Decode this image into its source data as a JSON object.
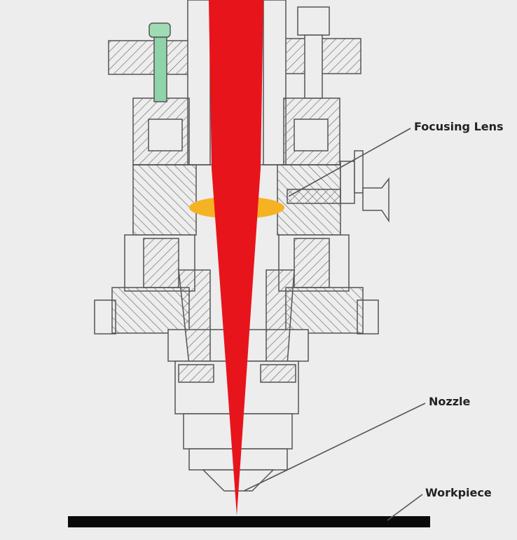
{
  "labels": {
    "focusing_lens": "Focusing Lens",
    "nozzle": "Nozzle",
    "workpiece": "Workpiece"
  },
  "colors": {
    "background": "#ededed",
    "laser_beam": "#e8141c",
    "lens": "#f5b324",
    "screw": "#8fd3a8",
    "outline": "#555555",
    "workpiece": "#0a0a0a"
  }
}
